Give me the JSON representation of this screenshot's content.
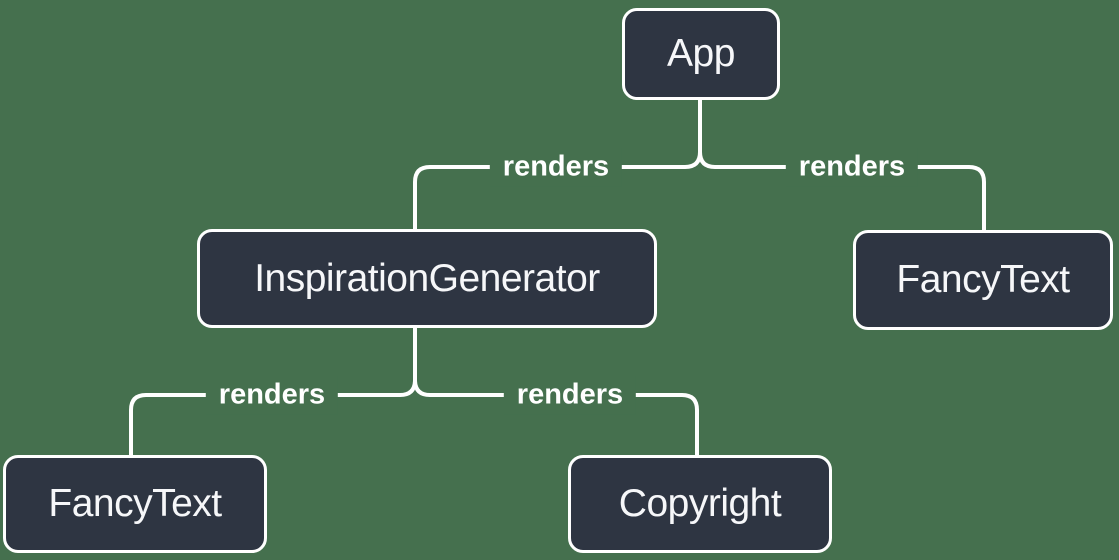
{
  "colors": {
    "background_color": "#45704E",
    "node_fill": "#2E3542",
    "node_border_color": "#FFFFFF",
    "node_text_color": "#F6F7F9",
    "line_color": "#FFFFFF"
  },
  "diagram": {
    "type": "component-render-tree",
    "nodes": {
      "app": {
        "label": "App"
      },
      "inspiration_generator": {
        "label": "InspirationGenerator"
      },
      "fancy_text_right": {
        "label": "FancyText"
      },
      "fancy_text_bottom": {
        "label": "FancyText"
      },
      "copyright": {
        "label": "Copyright"
      }
    },
    "edges": {
      "app_to_inspiration_generator": {
        "from": "App",
        "to": "InspirationGenerator",
        "label": "renders"
      },
      "app_to_fancy_text": {
        "from": "App",
        "to": "FancyText",
        "label": "renders"
      },
      "inspiration_generator_to_fancy_text": {
        "from": "InspirationGenerator",
        "to": "FancyText",
        "label": "renders"
      },
      "inspiration_generator_to_copyright": {
        "from": "InspirationGenerator",
        "to": "Copyright",
        "label": "renders"
      }
    }
  }
}
